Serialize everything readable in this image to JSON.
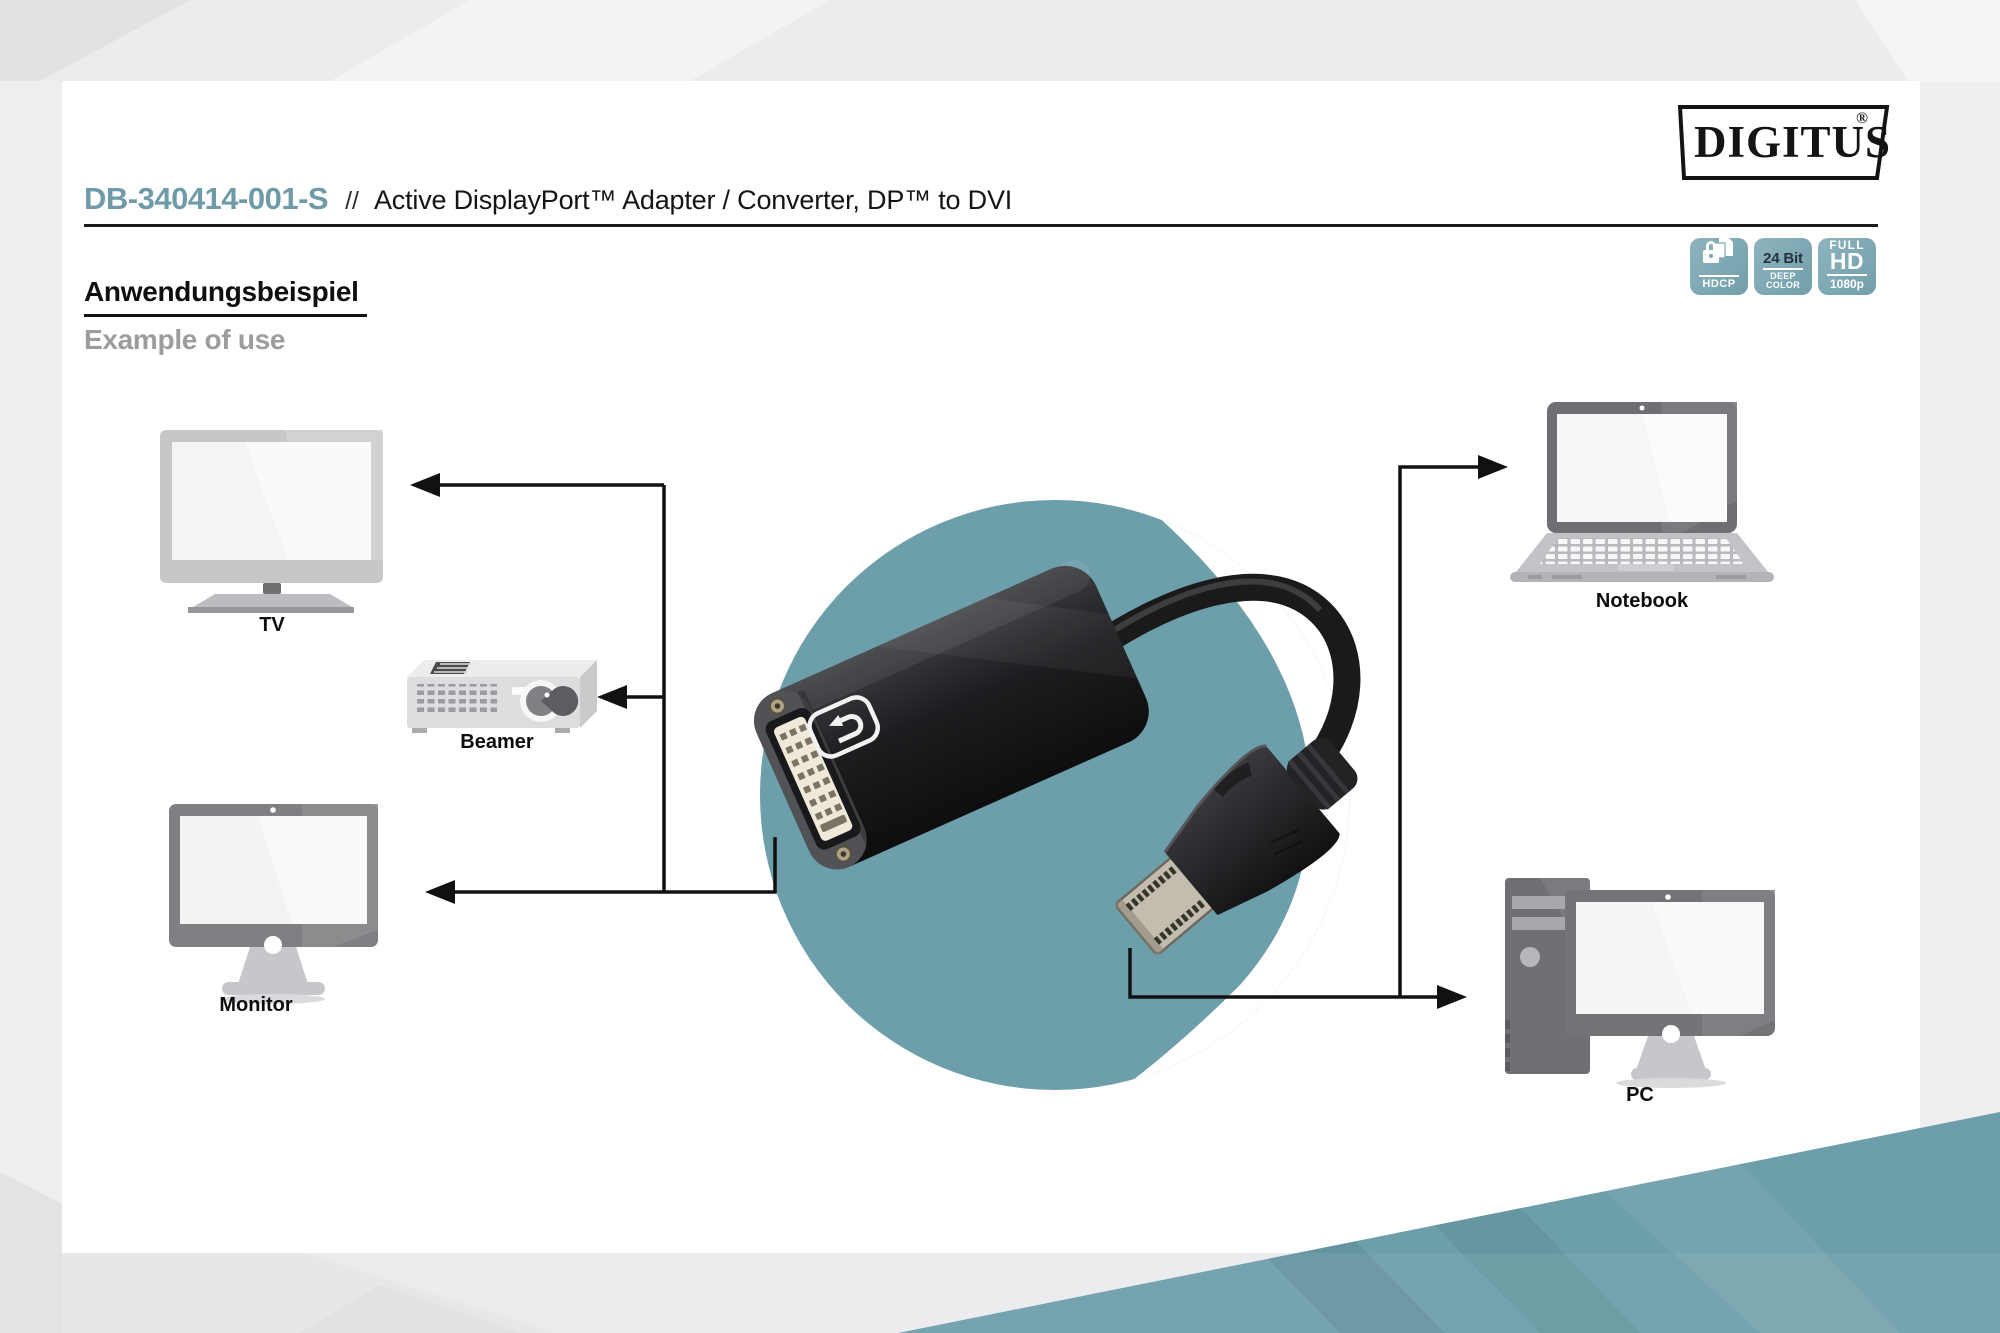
{
  "brand": {
    "name": "DIGITUS",
    "registered": "®"
  },
  "header": {
    "code": "DB-340414-001-S",
    "separator": "//",
    "title": "Active DisplayPort™ Adapter / Converter, DP™ to DVI"
  },
  "section": {
    "title_de": "Anwendungsbeispiel",
    "title_en": "Example of use"
  },
  "badges": {
    "hdcp": {
      "icon": "hdcp-lock-icon",
      "label": "HDCP"
    },
    "deep_color": {
      "value": "24 Bit",
      "line1": "DEEP",
      "line2": "COLOR"
    },
    "full_hd": {
      "line1": "FULL",
      "line2": "HD",
      "line3": "1080p"
    }
  },
  "diagram": {
    "devices": [
      {
        "id": "tv",
        "label": "TV"
      },
      {
        "id": "beamer",
        "label": "Beamer"
      },
      {
        "id": "monitor",
        "label": "Monitor"
      },
      {
        "id": "notebook",
        "label": "Notebook"
      },
      {
        "id": "pc",
        "label": "PC"
      }
    ]
  },
  "colors": {
    "accent_teal_circle": "#6d9fab",
    "badge_teal": "#7da8b3",
    "code_teal": "#6f9aa8",
    "arrow_black": "#111111"
  }
}
